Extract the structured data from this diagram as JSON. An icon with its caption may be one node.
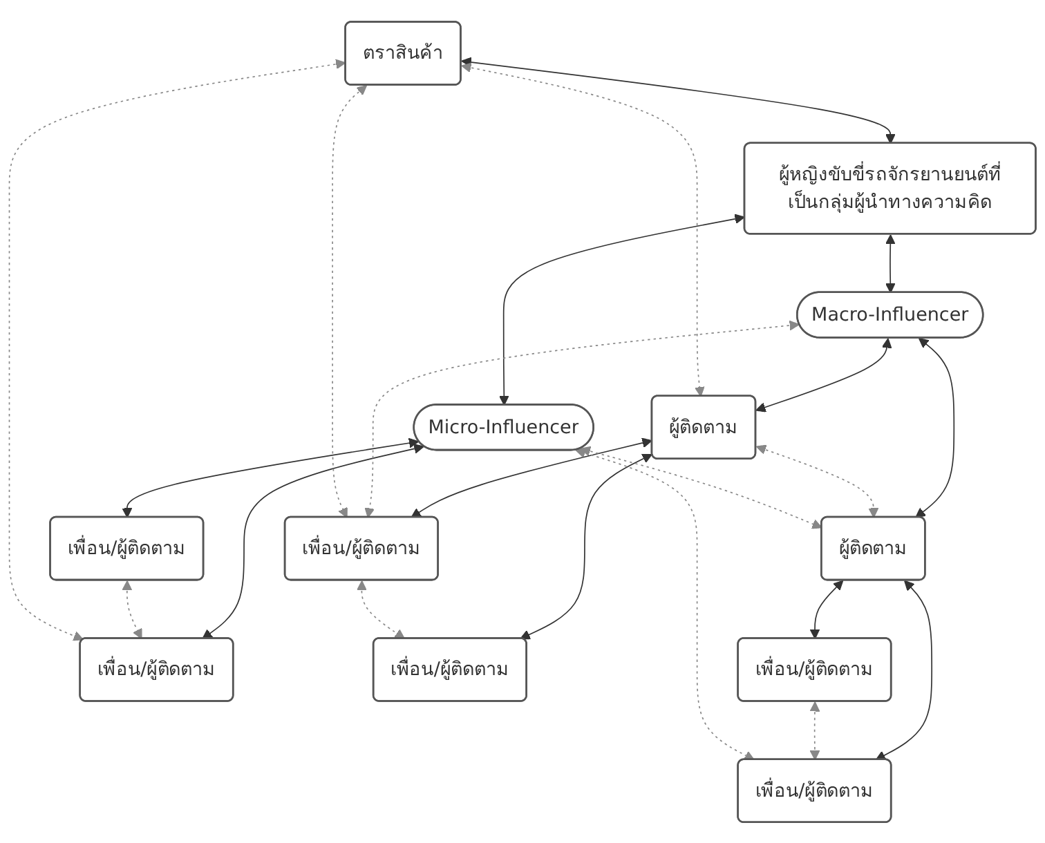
{
  "diagram": {
    "nodes": [
      {
        "text": [
          "ตราสินค้า"
        ]
      },
      {
        "text": [
          "ผู้หญิงขับขี่รถจักรยานยนต์ที่เป็นกลุ่มผู้นำทางความคิด"
        ]
      },
      {
        "text": [
          "Macro-Influencer"
        ]
      },
      {
        "text": [
          "Micro-Influencer"
        ]
      },
      {
        "text": [
          "ผู้ติดตาม"
        ]
      },
      {
        "text": [
          "ผู้ติดตาม"
        ]
      },
      {
        "text": [
          "เพื่อน/ผู้ติดตาม"
        ]
      },
      {
        "text": [
          "เพื่อน/ผู้ติดตาม"
        ]
      },
      {
        "text": [
          "เพื่อน/ผู้ติดตาม"
        ]
      },
      {
        "text": [
          "เพื่อน/ผู้ติดตาม"
        ]
      },
      {
        "text": [
          "เพื่อน/ผู้ติดตาม"
        ]
      },
      {
        "text": [
          "เพื่อน/ผู้ติดตาม"
        ]
      }
    ],
    "edges": [
      {
        "from": 0,
        "to": 1,
        "arrow": "both"
      },
      {
        "from": 1,
        "to": 2,
        "arrow": "both"
      },
      {
        "from": 1,
        "to": 3,
        "arrow": "both"
      },
      {
        "from": 2,
        "to": 4,
        "arrow": "both"
      },
      {
        "from": 2,
        "to": 5,
        "arrow": "both"
      },
      {
        "from": 3,
        "to": 6,
        "arrow": "both"
      },
      {
        "from": 3,
        "to": 7,
        "arrow": "both"
      },
      {
        "from": 4,
        "to": 8,
        "arrow": "both"
      },
      {
        "from": 4,
        "to": 9,
        "arrow": "both"
      },
      {
        "from": 5,
        "to": 10,
        "arrow": "both"
      },
      {
        "from": 5,
        "to": 11,
        "arrow": "both"
      },
      {
        "from": 4,
        "to": 5,
        "arrow": "both",
        "style": "dashed",
        "color": "#888888"
      },
      {
        "from": 6,
        "to": 7,
        "arrow": "both",
        "style": "dashed",
        "color": "#888888"
      },
      {
        "from": 8,
        "to": 9,
        "arrow": "both",
        "style": "dashed",
        "color": "#888888"
      },
      {
        "from": 10,
        "to": 11,
        "arrow": "both",
        "style": "dashed",
        "color": "#888888"
      },
      {
        "from": 3,
        "to": 5,
        "arrow": "both",
        "style": "dashed",
        "color": "#888888"
      },
      {
        "from": 2,
        "to": 8,
        "arrow": "both",
        "style": "dashed",
        "color": "#888888"
      },
      {
        "from": 0,
        "to": 4,
        "arrow": "both",
        "style": "dashed",
        "color": "#888888"
      },
      {
        "from": 0,
        "to": 8,
        "arrow": "both",
        "style": "dashed",
        "color": "#888888"
      },
      {
        "from": 0,
        "to": 7,
        "arrow": "both",
        "style": "dashed",
        "color": "#888888"
      },
      {
        "from": 3,
        "to": 11,
        "arrow": "both",
        "style": "dashed",
        "color": "#888888"
      }
    ]
  }
}
